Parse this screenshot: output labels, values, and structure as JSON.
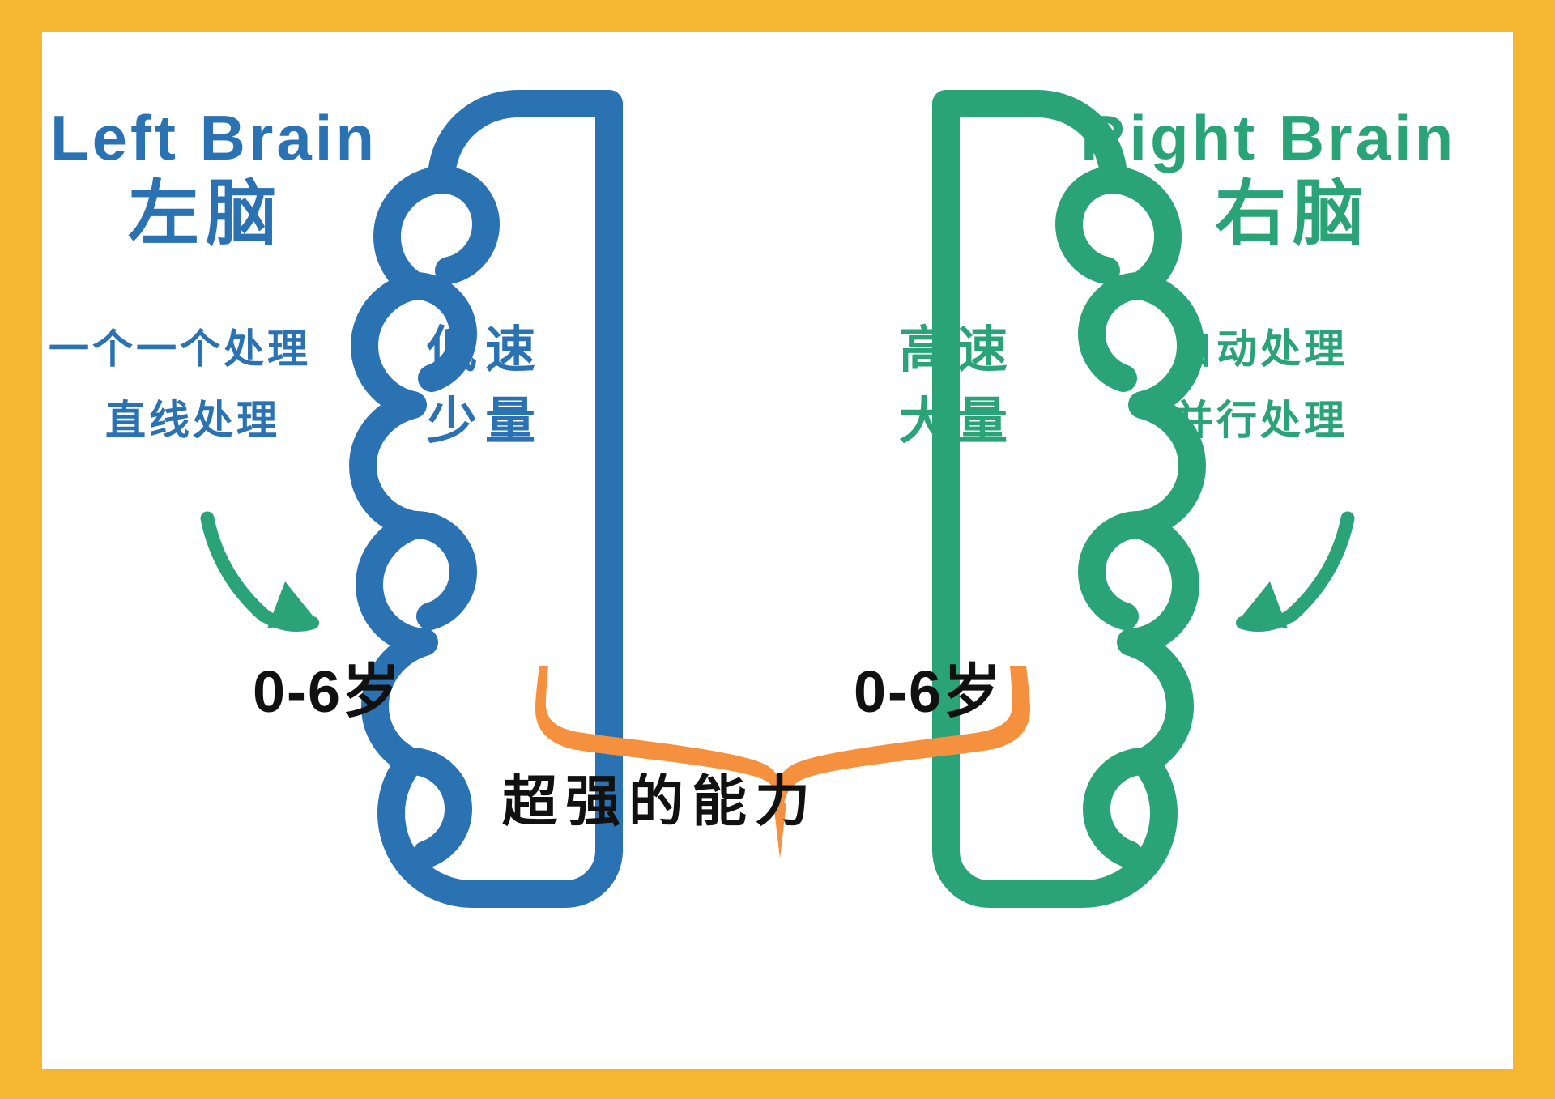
{
  "poster": {
    "border_color": "#F5B731",
    "card_color": "#FFFFFF",
    "blue": "#2B72B3",
    "green": "#2AA379",
    "orange": "#F5913E",
    "black": "#111111"
  },
  "left": {
    "heading_en": "Left Brain",
    "heading_cn": "左脑",
    "traits": [
      "一个一个处理",
      "直线处理"
    ],
    "inner": [
      "低速",
      "少量"
    ],
    "age_label": "0-6岁"
  },
  "right": {
    "heading_en": "Right Brain",
    "heading_cn": "右脑",
    "traits": [
      "自动处理",
      "并行处理"
    ],
    "inner": [
      "高速",
      "大量"
    ],
    "age_label": "0-6岁"
  },
  "caption": "超强的能力",
  "icons": {
    "left_brain": "brain-left-hemisphere-icon",
    "right_brain": "brain-right-hemisphere-icon",
    "left_arrow": "curved-arrow-down-right-icon",
    "right_arrow": "curved-arrow-down-left-icon",
    "brace": "orange-curly-brace-icon"
  }
}
